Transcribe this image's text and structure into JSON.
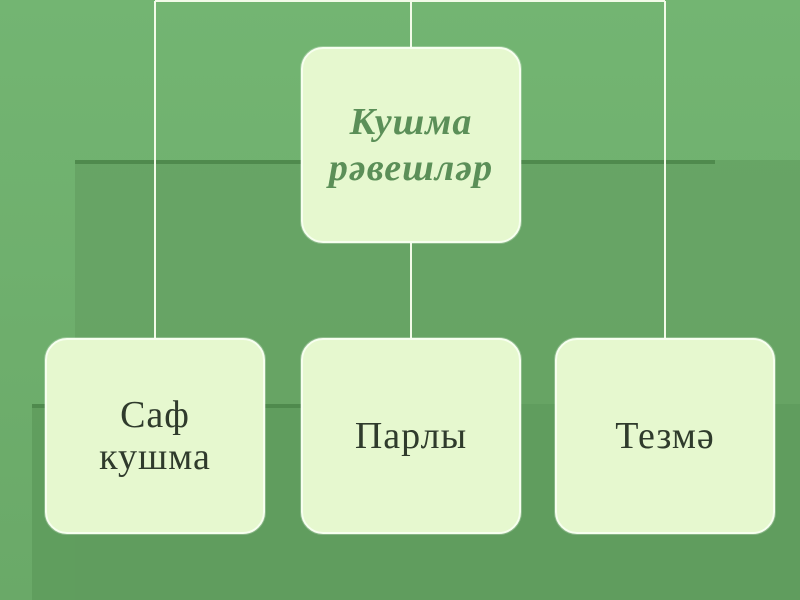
{
  "diagram": {
    "root": {
      "label": "Кушма\nрәвешләр"
    },
    "children": [
      {
        "label": "Саф\nкушма"
      },
      {
        "label": "Парлы"
      },
      {
        "label": "Тезмә"
      }
    ]
  },
  "colors": {
    "background": "#6fb06e",
    "box_fill": "#e6f8cf",
    "connector": "#f2fbe8",
    "root_text": "#5b8f58",
    "leaf_text": "#2f3b2c"
  }
}
